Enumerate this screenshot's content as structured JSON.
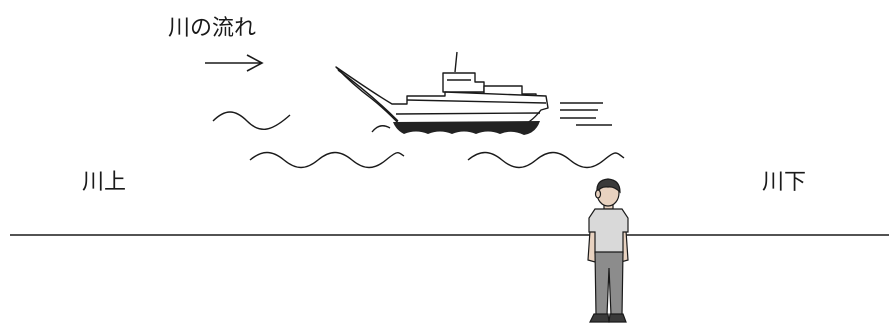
{
  "labels": {
    "flow": "川の流れ",
    "upstream": "川上",
    "downstream": "川下"
  },
  "colors": {
    "ink": "#1a1a1a",
    "hull_shadow": "#222222",
    "person_shirt": "#d9d9d9",
    "person_pants": "#8c8c8c",
    "person_hair": "#3a3a3a",
    "person_skin": "#e8d2c0"
  },
  "icons": {
    "flow_arrow": "right-arrow-icon",
    "boat": "boat-icon",
    "person": "person-icon"
  }
}
